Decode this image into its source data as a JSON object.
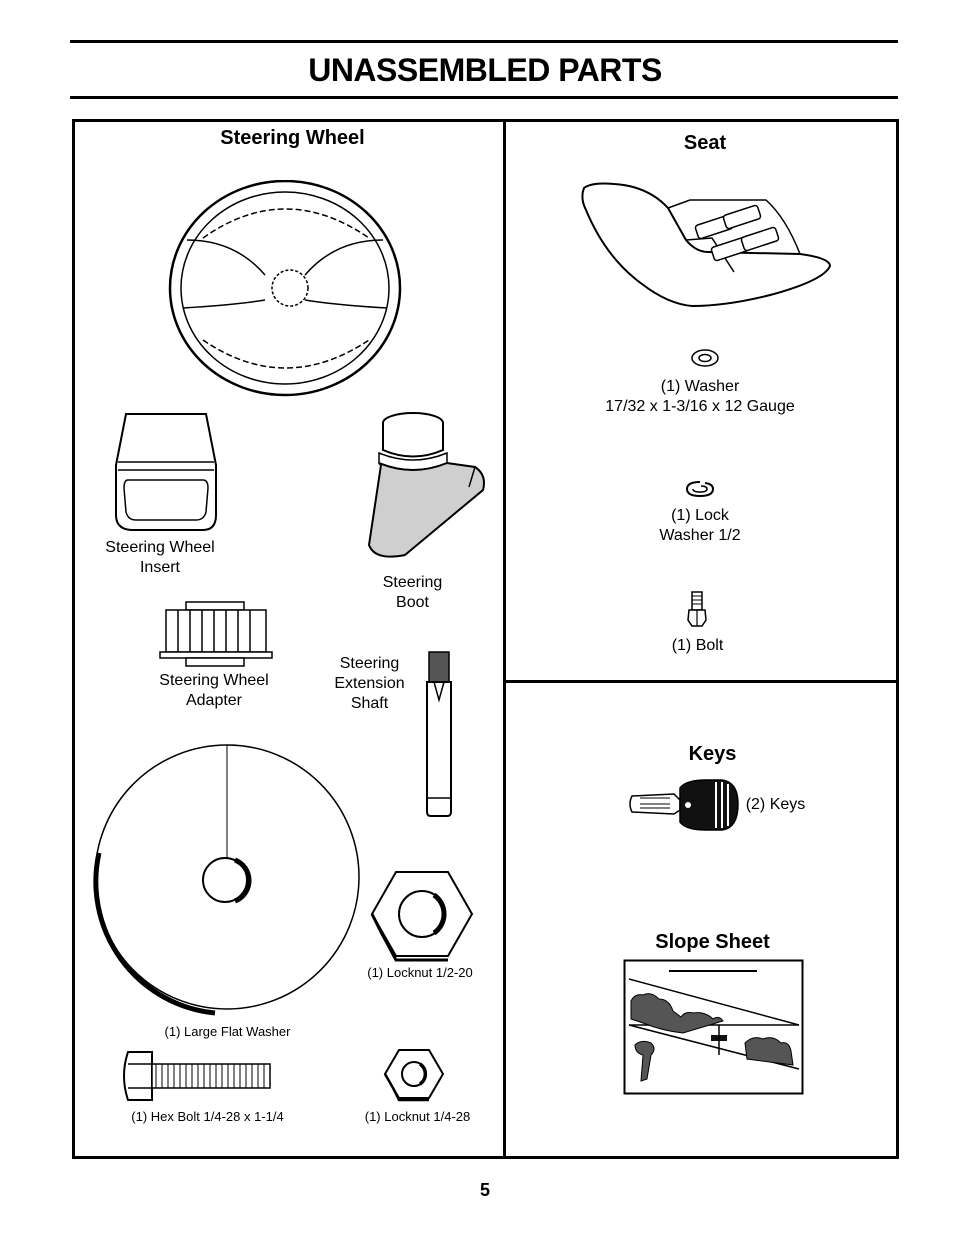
{
  "page": {
    "title": "UNASSEMBLED PARTS",
    "page_number": "5"
  },
  "sections": {
    "steering_wheel": {
      "heading": "Steering Wheel",
      "parts": {
        "insert": "Steering Wheel\nInsert",
        "boot": "Steering\nBoot",
        "adapter": "Steering Wheel\nAdapter",
        "extension_shaft": "Steering\nExtension\nShaft",
        "large_flat_washer": "(1) Large Flat Washer",
        "locknut_large": "(1) Locknut  1/2-20",
        "hex_bolt": "(1) Hex Bolt  1/4-28 x 1-1/4",
        "locknut_small": "(1) Locknut  1/4-28"
      }
    },
    "seat": {
      "heading": "Seat",
      "parts": {
        "washer": "(1) Washer\n17/32 x 1-3/16 x 12 Gauge",
        "lock_washer": "(1) Lock\nWasher 1/2",
        "bolt": "(1) Bolt"
      }
    },
    "keys": {
      "heading": "Keys",
      "label": "(2) Keys"
    },
    "slope_sheet": {
      "heading": "Slope Sheet"
    }
  },
  "colors": {
    "line": "#000000",
    "fill_gray": "#cfcfcf",
    "background": "#ffffff"
  }
}
